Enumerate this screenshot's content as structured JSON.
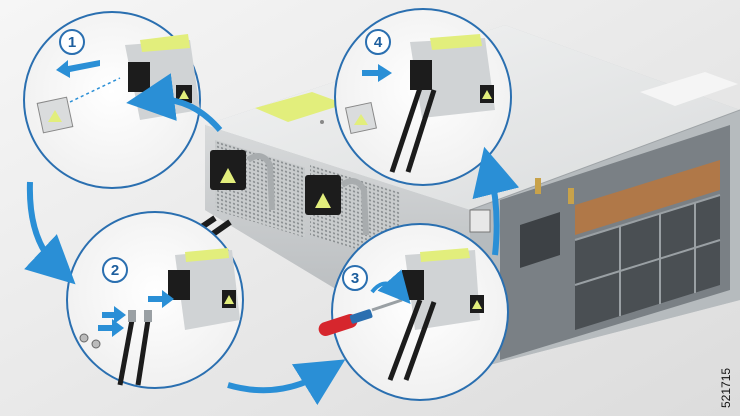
{
  "figure_id": "521715",
  "steps": [
    {
      "number": "1",
      "arrow_direction": "left"
    },
    {
      "number": "2",
      "arrow_direction": "right"
    },
    {
      "number": "3",
      "tool": "screwdriver"
    },
    {
      "number": "4",
      "arrow_direction": "right"
    }
  ],
  "colors": {
    "accent_blue": "#2a8fd6",
    "badge_border": "#2a6fb0",
    "badge_text": "#1e5f9e",
    "chassis_light": "#eceded",
    "chassis_shadow": "#bfc3c6",
    "label_yellow": "#e2ee7c",
    "handle_black": "#1c1c1c",
    "screwdriver_red": "#d6262d",
    "sfp_orange": "#b07848"
  },
  "icons": [
    "power-supply-icon",
    "power-cable-icon",
    "cable-clip-icon",
    "screwdriver-icon",
    "bend-arrow-icon"
  ]
}
